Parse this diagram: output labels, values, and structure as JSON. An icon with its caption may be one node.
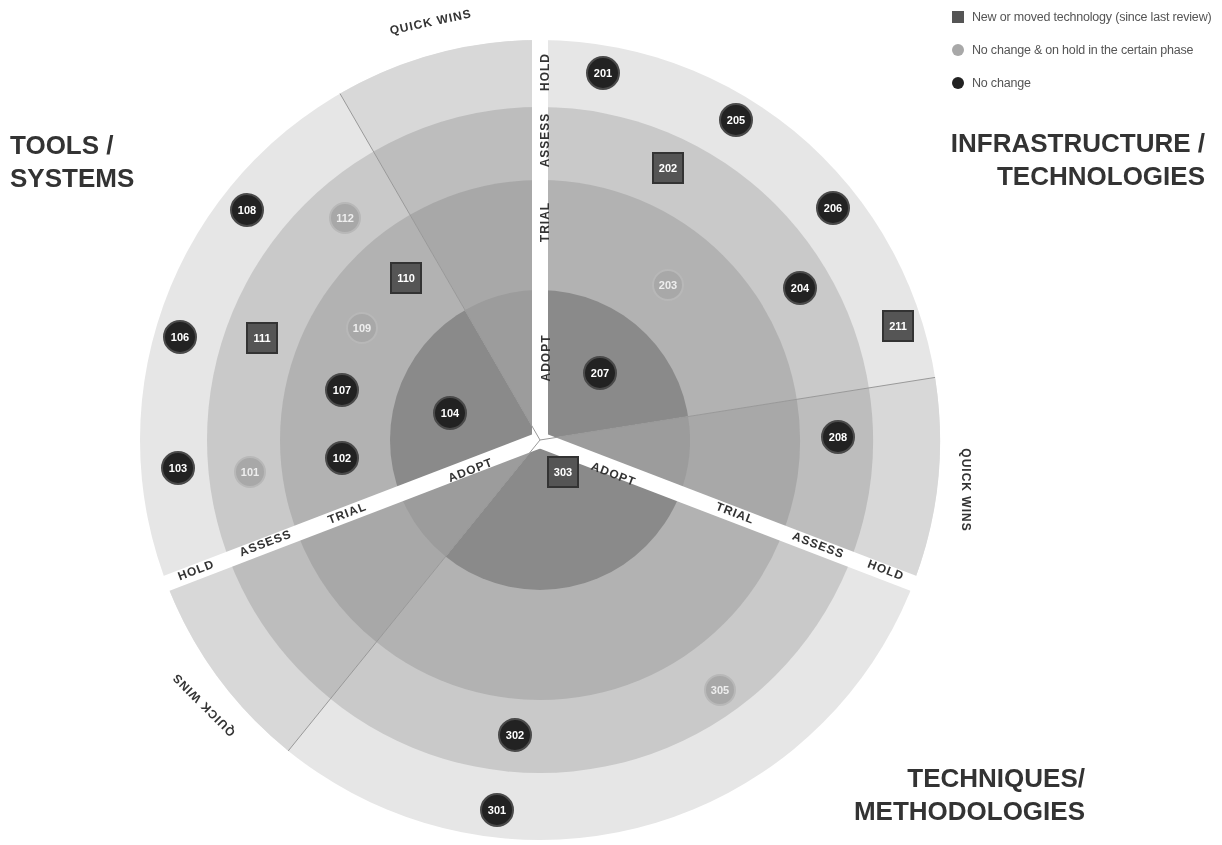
{
  "diagram": {
    "nodes": [
      {
        "text": [
          "101"
        ]
      },
      {
        "text": [
          "102"
        ]
      },
      {
        "text": [
          "103"
        ]
      },
      {
        "text": [
          "104"
        ]
      },
      {
        "text": [
          "106"
        ]
      },
      {
        "text": [
          "107"
        ]
      },
      {
        "text": [
          "108"
        ]
      },
      {
        "text": [
          "109"
        ]
      },
      {
        "text": [
          "110"
        ]
      },
      {
        "text": [
          "111"
        ]
      },
      {
        "text": [
          "112"
        ]
      },
      {
        "text": [
          "201"
        ]
      },
      {
        "text": [
          "202"
        ]
      },
      {
        "text": [
          "203"
        ]
      },
      {
        "text": [
          "204"
        ]
      },
      {
        "text": [
          "205"
        ]
      },
      {
        "text": [
          "206"
        ]
      },
      {
        "text": [
          "207"
        ]
      },
      {
        "text": [
          "208"
        ]
      },
      {
        "text": [
          "211"
        ]
      },
      {
        "text": [
          "301"
        ]
      },
      {
        "text": [
          "302"
        ]
      },
      {
        "text": [
          "303"
        ]
      },
      {
        "text": [
          "305"
        ]
      }
    ],
    "labels": [
      "QUICK WINS",
      "HOLD",
      "ASSESS",
      "TRIAL",
      "ADOPT",
      "TOOLS / SYSTEMS",
      "INFRASTRUCTURE / TECHNOLOGIES",
      "QUICK WINS",
      "ADOPT",
      "ADOPT",
      "TRIAL",
      "ASSESS",
      "HOLD",
      "TRIAL",
      "ASSESS",
      "HOLD",
      "QUICK WINS",
      "TECHNIQUES/ METHODOLOGIES"
    ],
    "legend": [
      {
        "text": "New or moved technology (since last review)",
        "color": "#555555"
      },
      {
        "text": "No change & on hold in the certain phase",
        "color": "#a8a8a8"
      },
      {
        "text": "No change",
        "color": "#222222"
      }
    ]
  }
}
